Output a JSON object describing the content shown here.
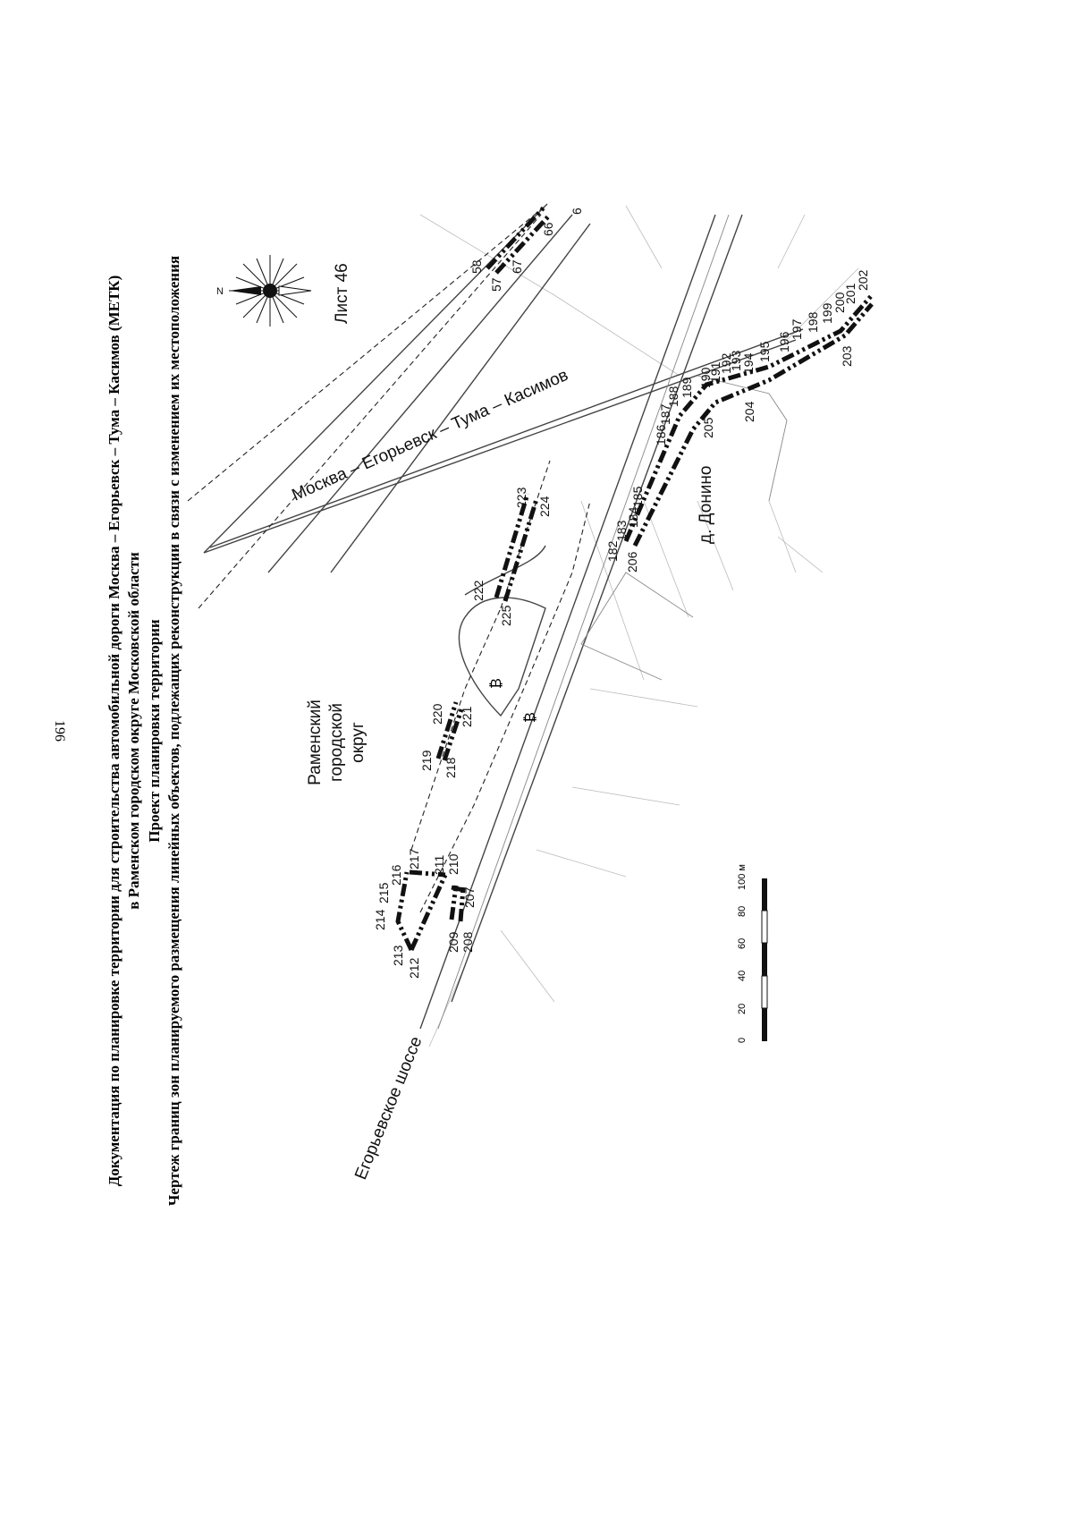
{
  "page": {
    "number": "196",
    "title_lines": [
      "Документация по планировке территории для строительства автомобильной дороги Москва – Егорьевск – Тума – Касимов (МЕТК)",
      "в Раменском городском округе Московской области",
      "Проект планировки территории",
      "Чертеж границ зон планируемого размещения линейных объектов, подлежащих реконструкции в связи с изменением их местоположения"
    ]
  },
  "map": {
    "labels": {
      "main_road": "Москва – Егорьевск – Тума – Касимов",
      "sheet": "Лист 46",
      "district_line1": "Раменский",
      "district_line2": "городской",
      "district_line3": "округ",
      "village": "д. Донино",
      "highway": "Егорьевское шоссе",
      "compass_n": "N"
    },
    "point_numbers": {
      "p57": "57",
      "p58": "58",
      "p66": "66",
      "p67": "67",
      "p6": "6",
      "p182": "182",
      "p183": "183",
      "p184": "184",
      "p185": "185",
      "p186": "186",
      "p187": "187",
      "p188": "188",
      "p189": "189",
      "p190": "190",
      "p191": "191",
      "p192": "192",
      "p193": "193",
      "p194": "194",
      "p195": "195",
      "p196": "196",
      "p197": "197",
      "p198": "198",
      "p199": "199",
      "p200": "200",
      "p201": "201",
      "p202": "202",
      "p203": "203",
      "p204": "204",
      "p205": "205",
      "p206": "206",
      "p207": "207",
      "p208": "208",
      "p209": "209",
      "p210": "210",
      "p211": "211",
      "p212": "212",
      "p213": "213",
      "p214": "214",
      "p215": "215",
      "p216": "216",
      "p217": "217",
      "p218": "218",
      "p219": "219",
      "p220": "220",
      "p221": "221",
      "p222": "222",
      "p223": "223",
      "p224": "224",
      "p225": "225"
    },
    "scale": {
      "ticks": [
        "0",
        "20",
        "40",
        "60",
        "80",
        "100 м"
      ]
    }
  },
  "colors": {
    "zone_line": "#111111",
    "road_line": "#444444",
    "background": "#ffffff"
  }
}
